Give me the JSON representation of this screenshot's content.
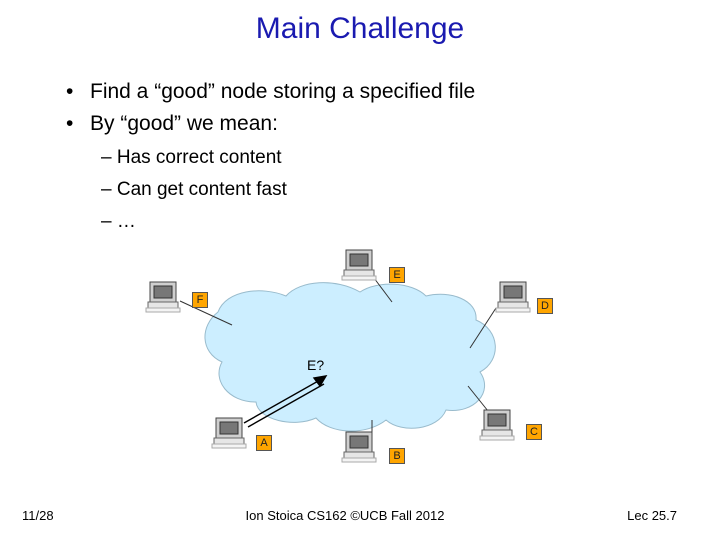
{
  "slide": {
    "title": "Main Challenge",
    "bullets": [
      "Find a “good” node storing a specified file",
      "By “good” we mean:"
    ],
    "sub_bullets": [
      "– Has correct content",
      "– Can get content fast",
      "– …"
    ],
    "query_label": "E?",
    "nodes": [
      "A",
      "B",
      "C",
      "D",
      "E",
      "F"
    ],
    "footer": {
      "left": "11/28",
      "center": "Ion Stoica CS162 ©UCB Fall 2012",
      "right": "Lec 25.7"
    }
  },
  "colors": {
    "title": "#1a1ab0",
    "cloud": "#cceeff",
    "node_label": "#ffa500"
  }
}
